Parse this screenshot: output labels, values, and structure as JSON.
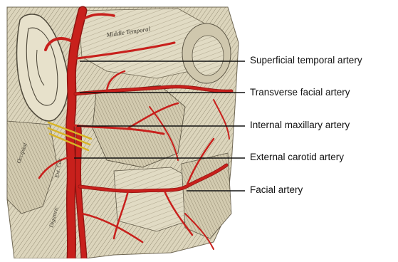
{
  "diagram": {
    "labels": [
      {
        "id": "superficial-temporal",
        "text": "Superficial temporal artery"
      },
      {
        "id": "transverse-facial",
        "text": "Transverse facial artery"
      },
      {
        "id": "internal-maxillary",
        "text": "Internal maxillary artery"
      },
      {
        "id": "external-carotid",
        "text": "External carotid artery"
      },
      {
        "id": "facial",
        "text": "Facial artery"
      }
    ],
    "engraving_text": [
      "Middle Temporal",
      "Ext. Car.",
      "Occipital",
      "Digastric"
    ],
    "colors": {
      "artery": "#c8201c",
      "artery_dark": "#8e1410",
      "tissue": "#d9d2b8",
      "tissue_shade": "#a99f86",
      "nerve": "#d8b425",
      "leader": "#111111",
      "background": "#ffffff"
    }
  }
}
